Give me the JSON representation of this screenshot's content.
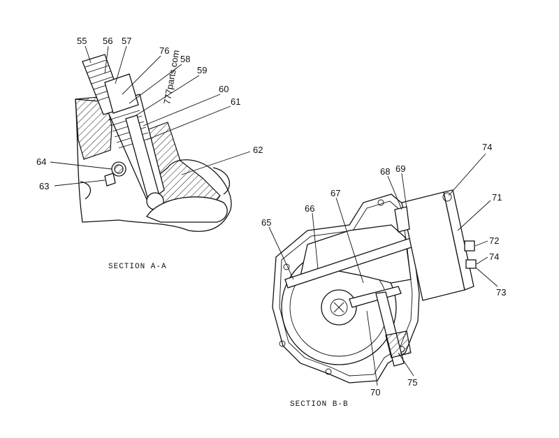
{
  "watermark": "777parts.com",
  "captions": {
    "section_a": "SECTION A-A",
    "section_b": "SECTION B-B"
  },
  "callouts_a": [
    "55",
    "56",
    "57",
    "76",
    "58",
    "59",
    "60",
    "61",
    "62",
    "64",
    "63"
  ],
  "callouts_b": [
    "74",
    "68",
    "69",
    "67",
    "71",
    "66",
    "65",
    "72",
    "74",
    "73",
    "70",
    "75"
  ],
  "colors": {
    "ink": "#111111",
    "paper": "#ffffff"
  }
}
